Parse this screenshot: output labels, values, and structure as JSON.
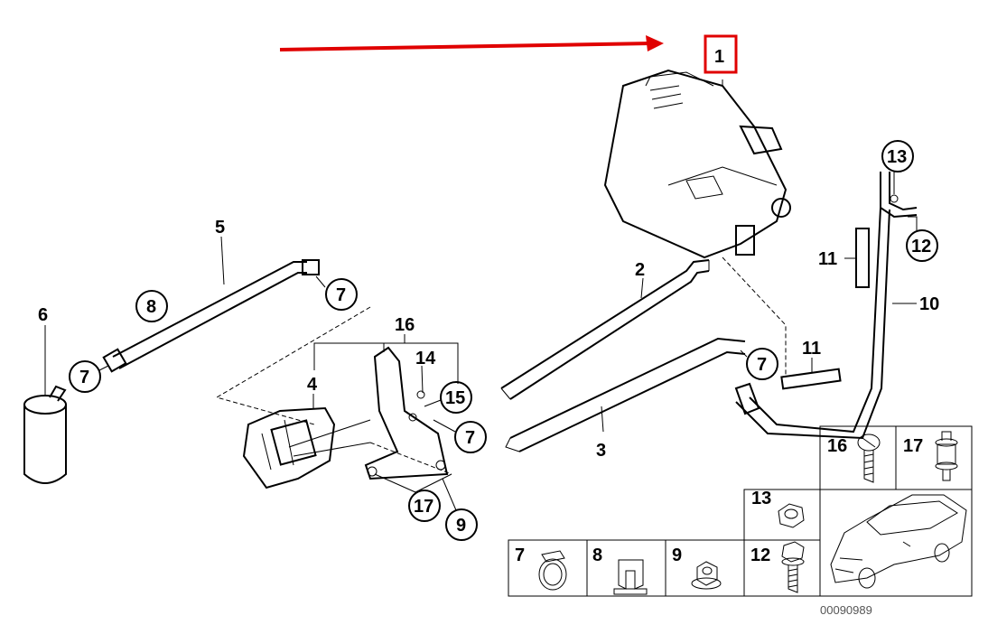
{
  "callouts": {
    "c1": "1",
    "c2": "2",
    "c3": "3",
    "c4": "4",
    "c5": "5",
    "c6": "6",
    "c7a": "7",
    "c7b": "7",
    "c7c": "7",
    "c7d": "7",
    "c8": "8",
    "c9": "9",
    "c10": "10",
    "c11a": "11",
    "c11b": "11",
    "c12": "12",
    "c13": "13",
    "c14": "14",
    "c15": "15",
    "c16": "16",
    "c17": "17"
  },
  "legend": {
    "l16": "16",
    "l17": "17",
    "l13": "13",
    "l7": "7",
    "l8": "8",
    "l9": "9",
    "l12": "12"
  },
  "diagram_code": "00090989",
  "colors": {
    "highlight": "#e00000",
    "line": "#000000"
  }
}
